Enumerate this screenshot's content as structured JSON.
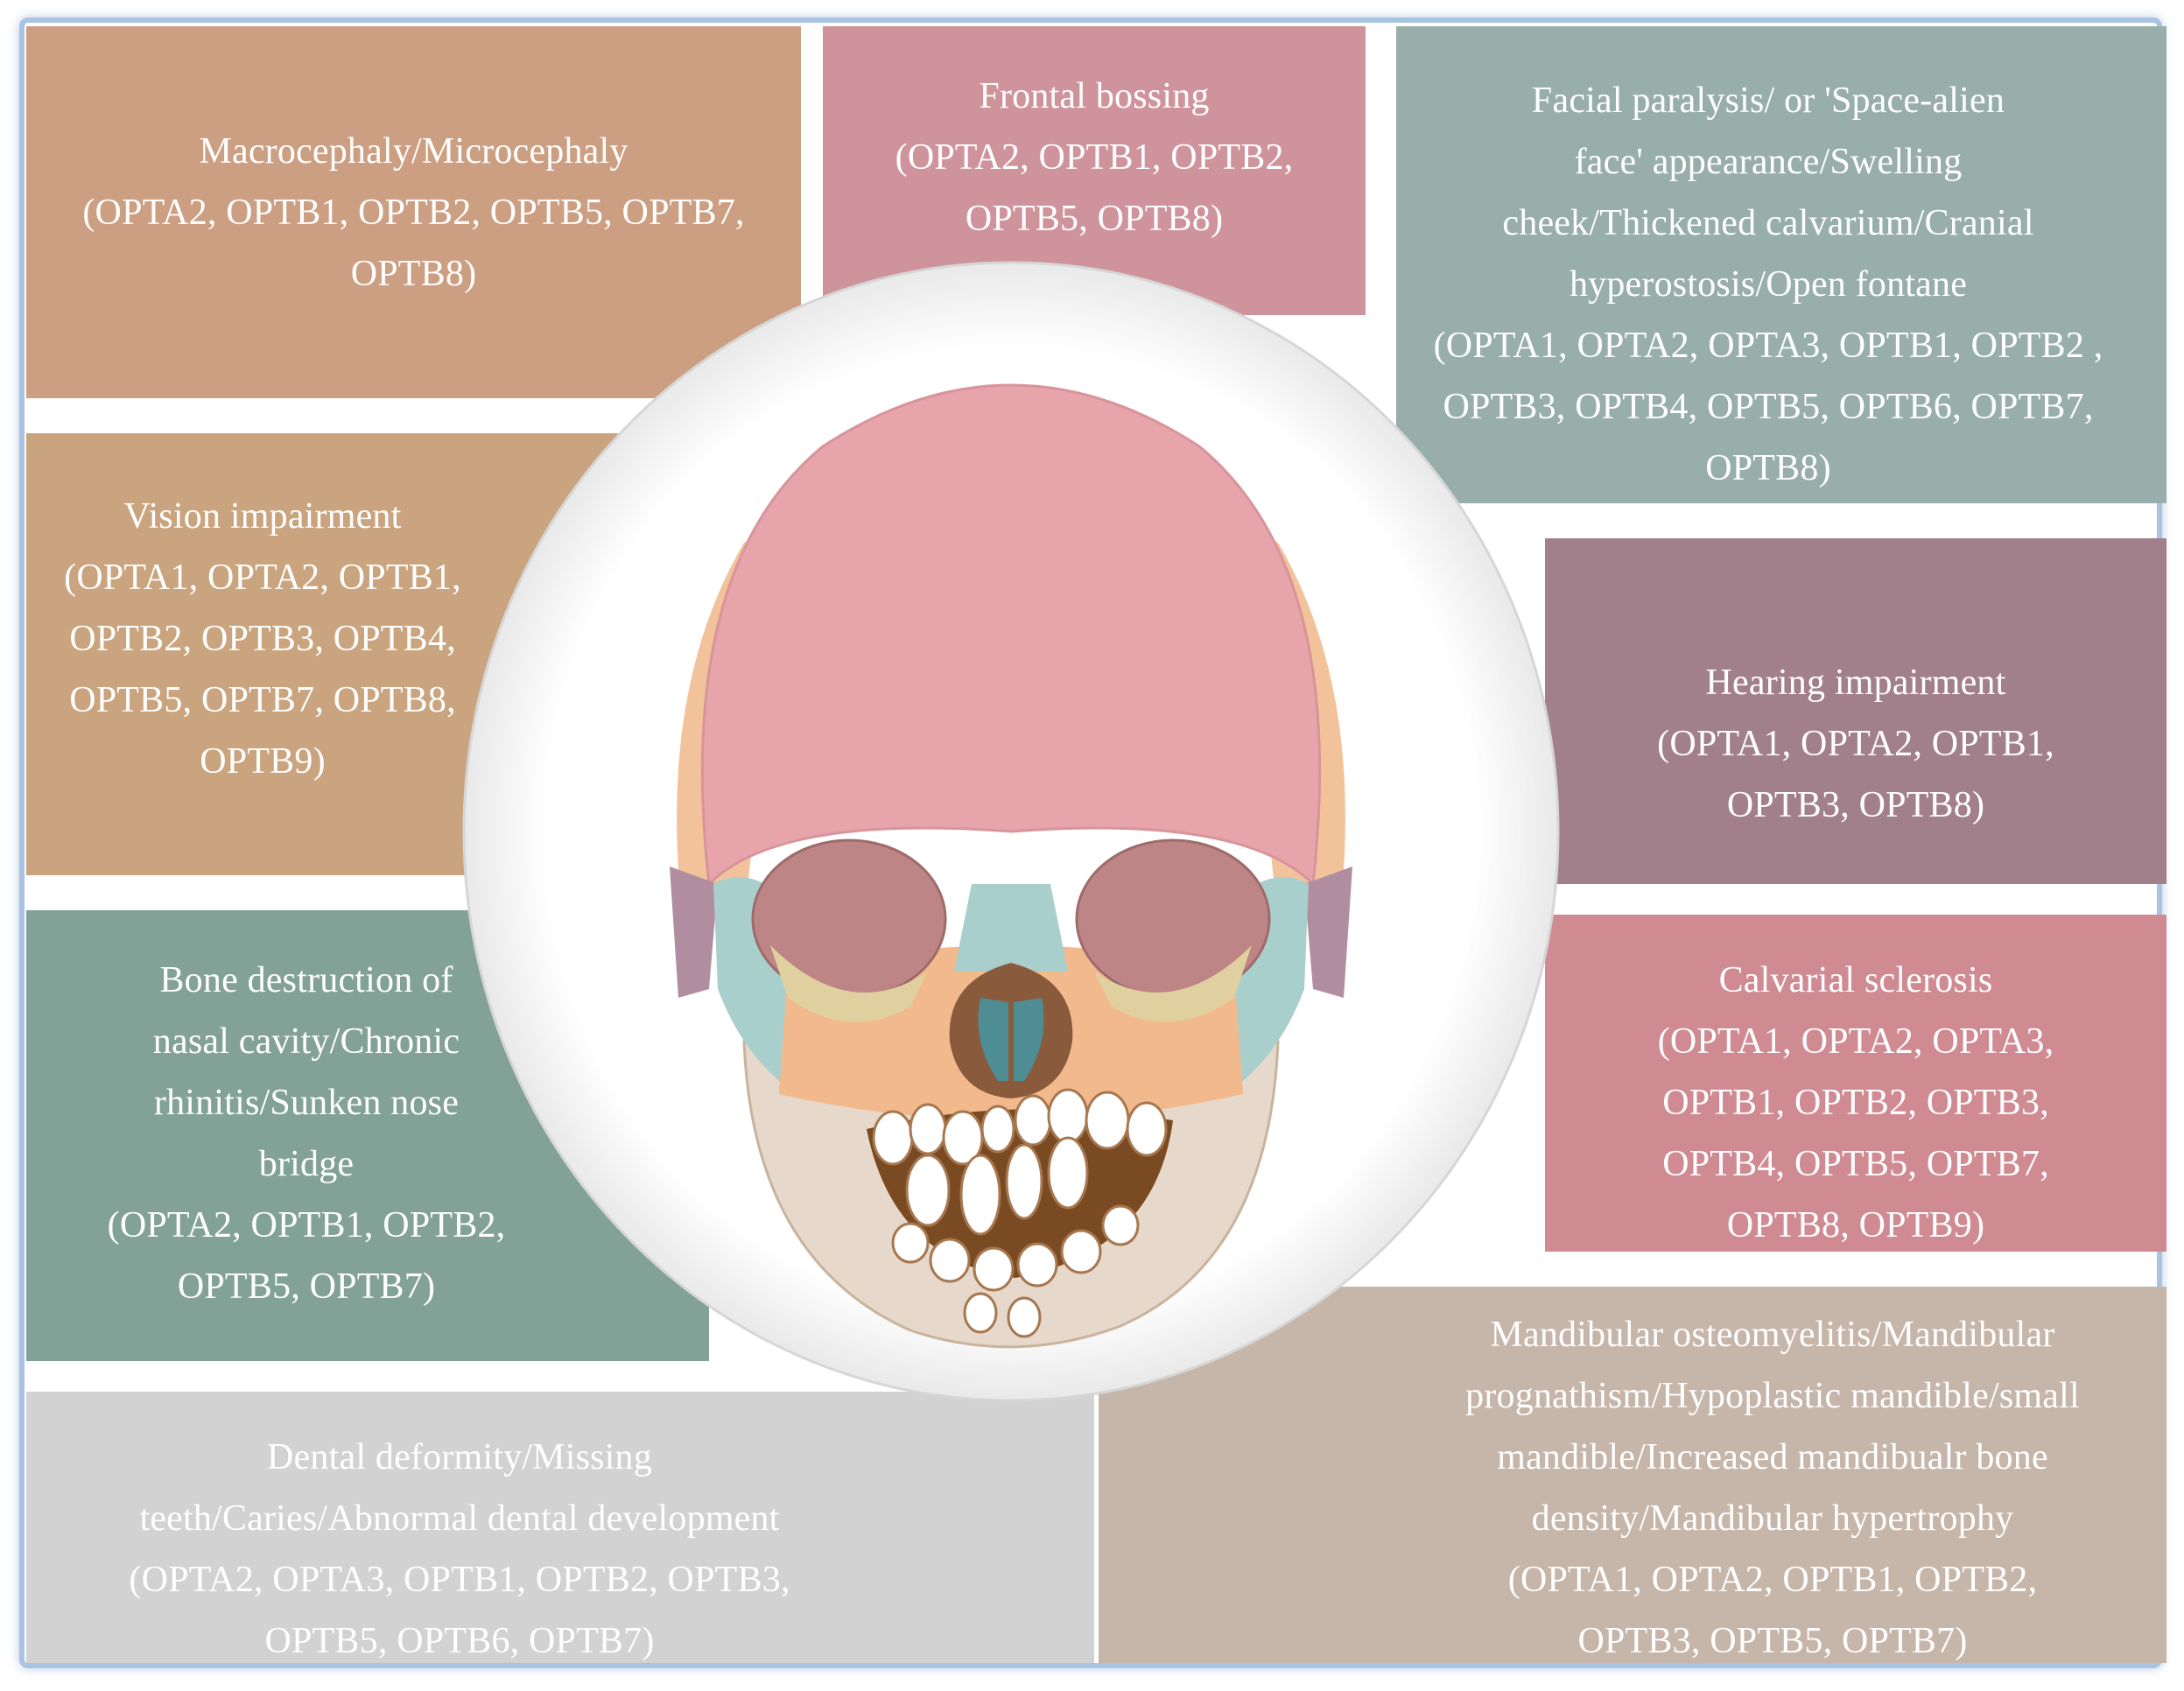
{
  "panels": {
    "macrocephaly": {
      "title": "Macrocephaly/Microcephaly",
      "codes": [
        "(OPTA2, OPTB1, OPTB2, OPTB5, OPTB7,",
        "OPTB8)"
      ],
      "color": "#cc9f82"
    },
    "frontal_bossing": {
      "title": "Frontal bossing",
      "codes": [
        "(OPTA2, OPTB1, OPTB2,",
        "OPTB5, OPTB8)"
      ],
      "color": "#cf949b"
    },
    "facial_paralysis": {
      "title_lines": [
        "Facial paralysis/ or 'Space-alien",
        "face' appearance/Swelling",
        "cheek/Thickened calvarium/Cranial",
        "hyperostosis/Open fontane"
      ],
      "codes": [
        "(OPTA1, OPTA2, OPTA3, OPTB1, OPTB2 ,",
        "OPTB3, OPTB4, OPTB5, OPTB6, OPTB7,",
        "OPTB8)"
      ],
      "color": "#98aeaa"
    },
    "vision": {
      "title": "Vision impairment",
      "codes": [
        "(OPTA1, OPTA2, OPTB1,",
        "OPTB2, OPTB3, OPTB4,",
        "OPTB5, OPTB7, OPTB8,",
        "OPTB9)"
      ],
      "color": "#c9a47f"
    },
    "hearing": {
      "title": "Hearing impairment",
      "codes": [
        "(OPTA1, OPTA2, OPTB1,",
        "OPTB3, OPTB8)"
      ],
      "color": "#a2808b"
    },
    "bone_destruction": {
      "title_lines": [
        "Bone destruction of",
        "nasal cavity/Chronic",
        "rhinitis/Sunken nose",
        "bridge"
      ],
      "codes": [
        "(OPTA2, OPTB1, OPTB2,",
        "OPTB5, OPTB7)"
      ],
      "color": "#82a197"
    },
    "calvarial": {
      "title": "Calvarial sclerosis",
      "codes": [
        "(OPTA1, OPTA2, OPTA3,",
        "OPTB1, OPTB2, OPTB3,",
        "OPTB4, OPTB5, OPTB7,",
        "OPTB8, OPTB9)"
      ],
      "color": "#cf8a92"
    },
    "dental": {
      "title_lines": [
        "Dental deformity/Missing",
        "teeth/Caries/Abnormal dental development"
      ],
      "codes": [
        "(OPTA2, OPTA3, OPTB1, OPTB2, OPTB3,",
        "OPTB5, OPTB6, OPTB7)"
      ],
      "color": "#d2d2d2"
    },
    "mandibular": {
      "title_lines": [
        "Mandibular osteomyelitis/Mandibular",
        "prognathism/Hypoplastic mandible/small",
        "mandible/Increased mandibualr bone",
        "density/Mandibular hypertrophy"
      ],
      "codes": [
        "(OPTA1, OPTA2, OPTB1, OPTB2,",
        "OPTB3, OPTB5, OPTB7)"
      ],
      "color": "#c6b5a9"
    }
  }
}
